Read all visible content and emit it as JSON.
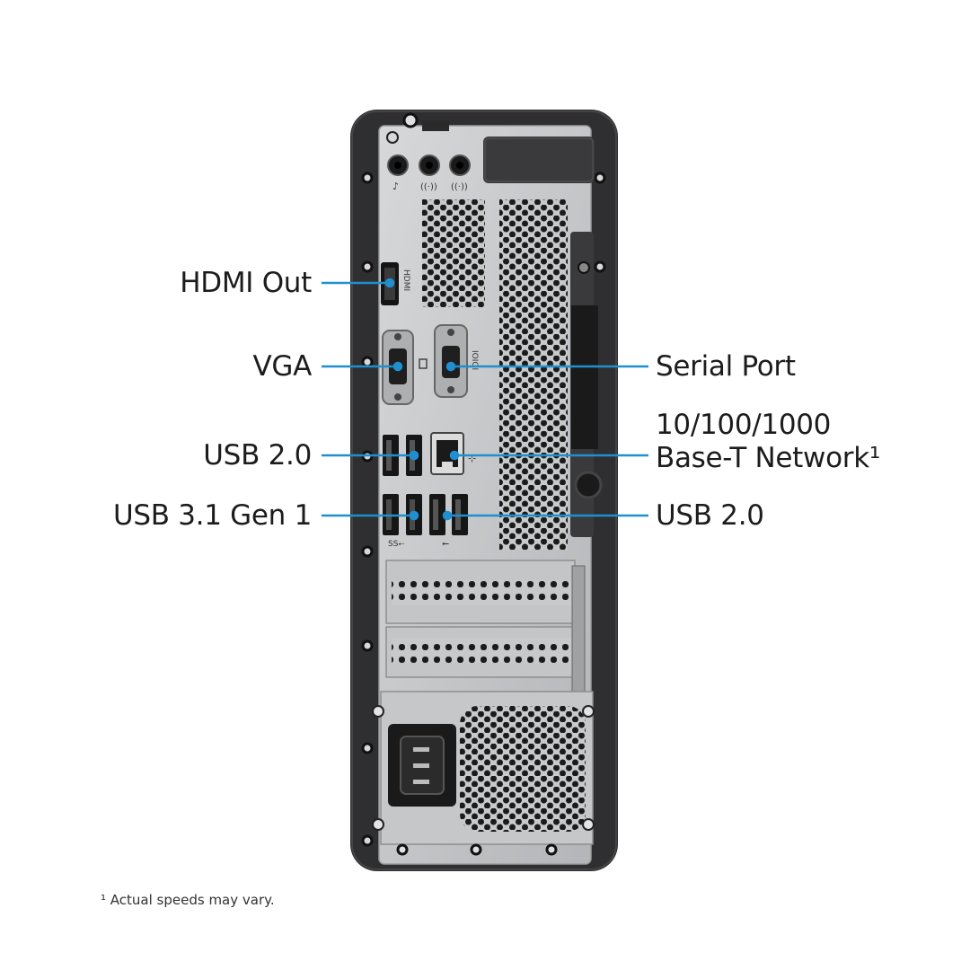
{
  "callouts": {
    "hdmi": "HDMI Out",
    "vga": "VGA",
    "usb20_left": "USB 2.0",
    "usb31": "USB 3.1 Gen 1",
    "serial": "Serial Port",
    "network_line1": "10/100/1000",
    "network_line2": "Base-T Network¹",
    "usb20_right": "USB 2.0"
  },
  "port_marks": {
    "hdmi": "HDMI",
    "serial": "IOIOI",
    "usb3": "SS⭠",
    "usb2": "⭠"
  },
  "footnote": "¹ Actual speeds may vary.",
  "colors": {
    "callout_line": "#1f8fd0",
    "chassis": "#2e2e30",
    "panel": "#bfc1c3"
  },
  "icons": [
    "microphone-icon",
    "audio-out-icon",
    "audio-in-icon",
    "usb-icon",
    "superspeed-usb-icon",
    "network-icon"
  ]
}
